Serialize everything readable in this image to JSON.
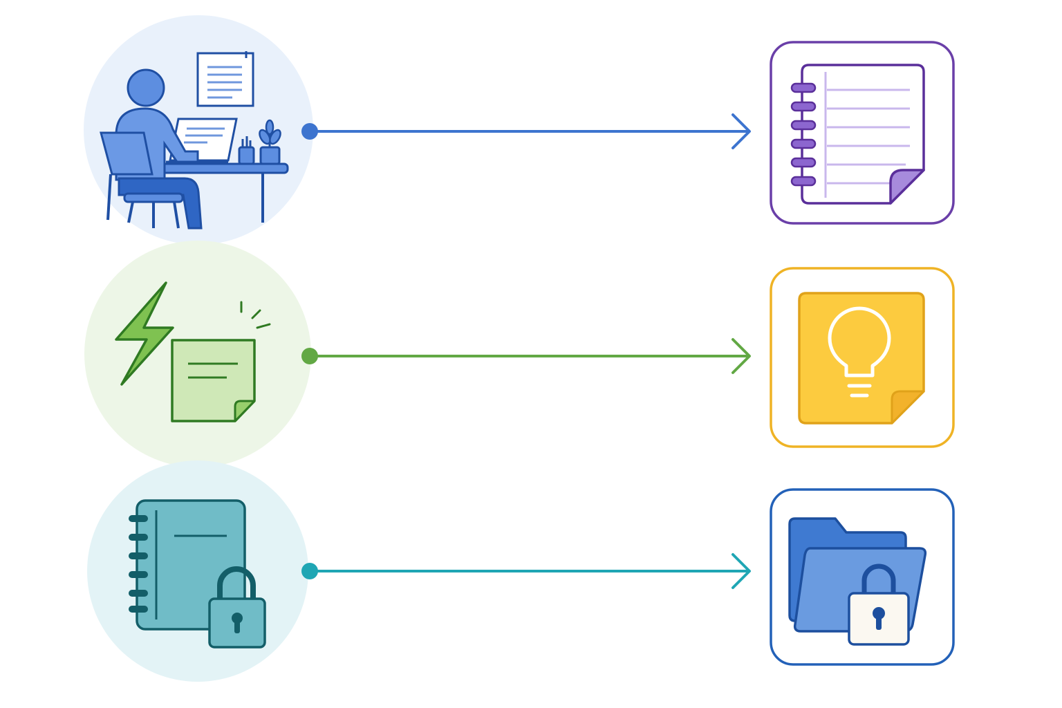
{
  "diagram": {
    "rows": [
      {
        "id": "work",
        "source_icon": "person-at-desk-icon",
        "target_icon": "spiral-notebook-app-icon",
        "colors": {
          "circle_bg": "#e9f1fb",
          "connector": "#3d74cf",
          "frame": "#6a3fa8",
          "accent": "#a78bdc"
        }
      },
      {
        "id": "quick-ideas",
        "source_icon": "lightning-sticky-note-icon",
        "target_icon": "lightbulb-note-app-icon",
        "colors": {
          "circle_bg": "#edf6e7",
          "connector": "#62a844",
          "frame": "#efb325",
          "accent": "#fccb3f"
        }
      },
      {
        "id": "private",
        "source_icon": "locked-notebook-icon",
        "target_icon": "locked-folder-app-icon",
        "colors": {
          "circle_bg": "#e3f3f6",
          "connector": "#1fa6b4",
          "frame": "#2361b8",
          "accent": "#6a9be0"
        }
      }
    ]
  }
}
